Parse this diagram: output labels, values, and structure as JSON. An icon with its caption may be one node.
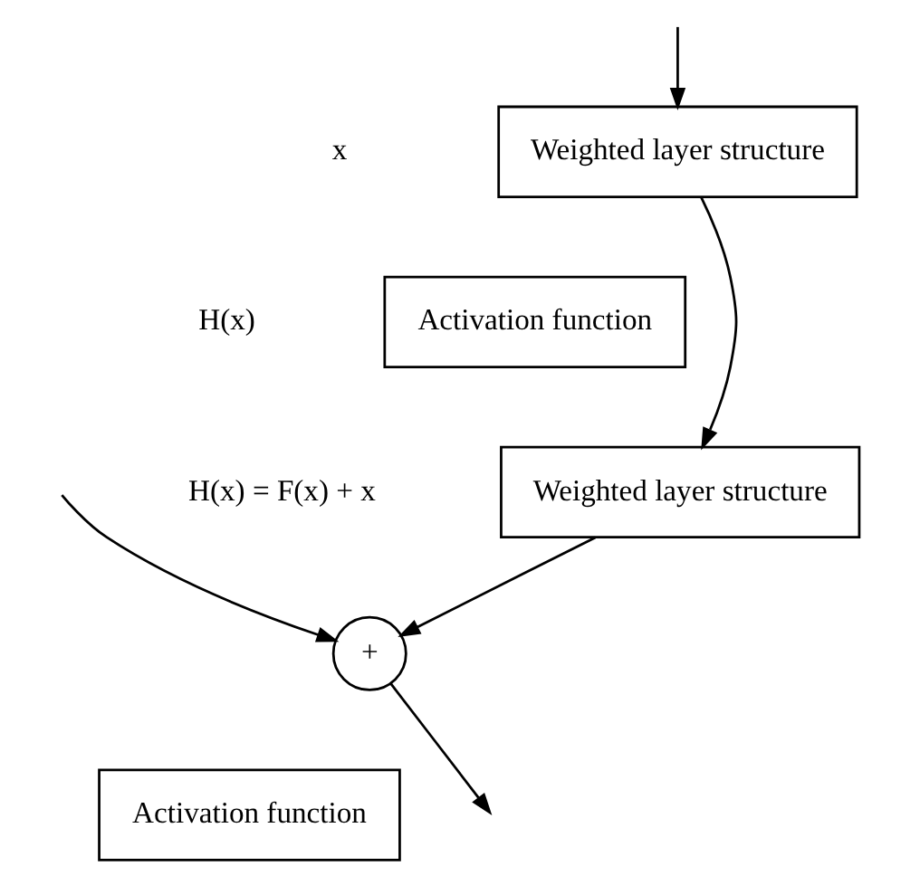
{
  "diagram": {
    "nodes": [
      {
        "text": [
          "Weighted layer structure"
        ]
      },
      {
        "text": [
          "Activation function"
        ]
      },
      {
        "text": [
          "Weighted layer structure"
        ]
      },
      {
        "text": [
          "+"
        ]
      },
      {
        "text": [
          "Activation function"
        ]
      }
    ],
    "edges": [
      {
        "from": null,
        "to": 0,
        "arrow": "to"
      },
      {
        "from": null,
        "to": 3,
        "arrow": "to"
      },
      {
        "from": 0,
        "to": 2,
        "arrow": "to"
      },
      {
        "from": 2,
        "to": 3,
        "arrow": "to"
      },
      {
        "from": 3,
        "to": null,
        "arrow": "to"
      }
    ],
    "labels": [
      "x",
      "H(x)",
      "H(x) = F(x) + x"
    ]
  }
}
